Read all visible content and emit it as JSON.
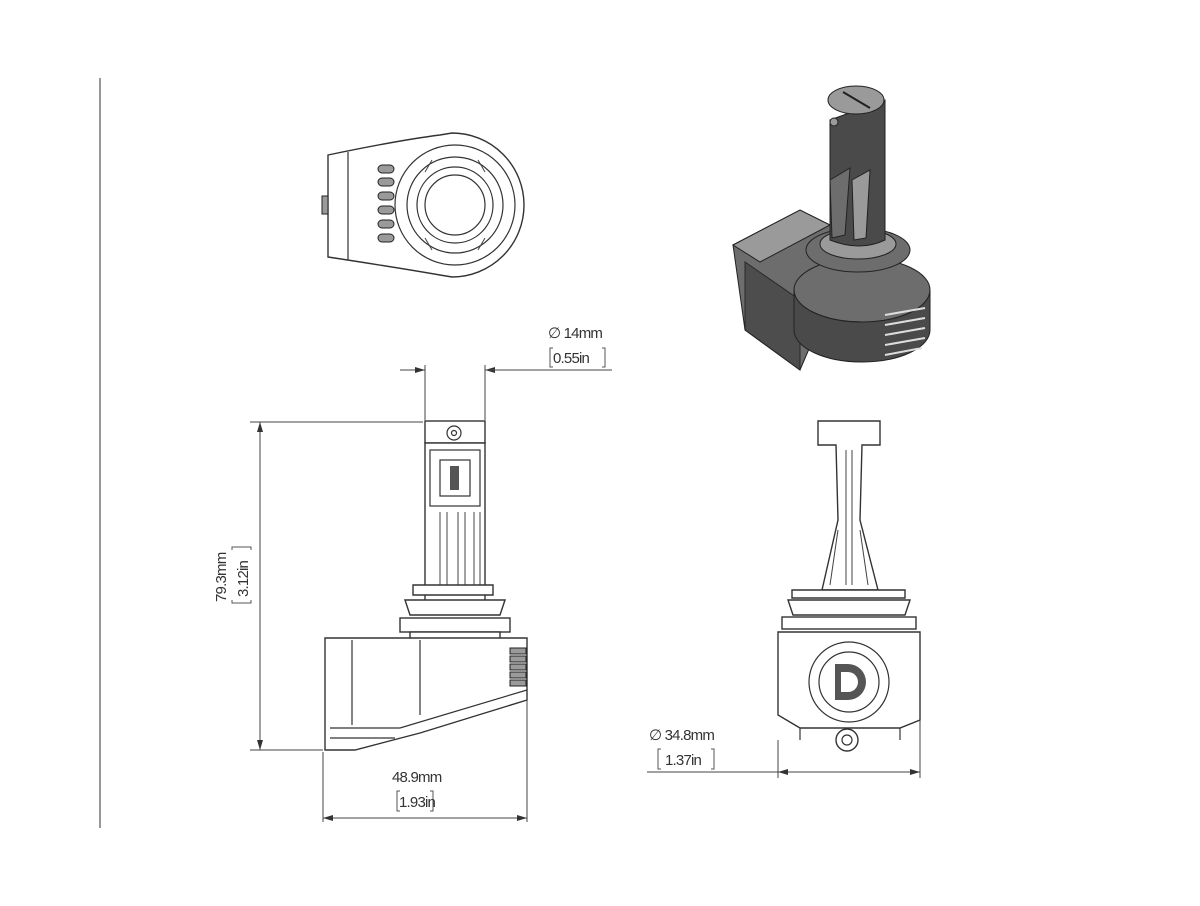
{
  "dimensions": {
    "stem_diameter": {
      "mm": "∅ 14mm",
      "in": "0.55in"
    },
    "height": {
      "mm": "79.3mm",
      "in": "3.12in"
    },
    "width": {
      "mm": "48.9mm",
      "in": "1.93in"
    },
    "base_diameter": {
      "mm": "∅ 34.8mm",
      "in": "1.37in"
    }
  }
}
